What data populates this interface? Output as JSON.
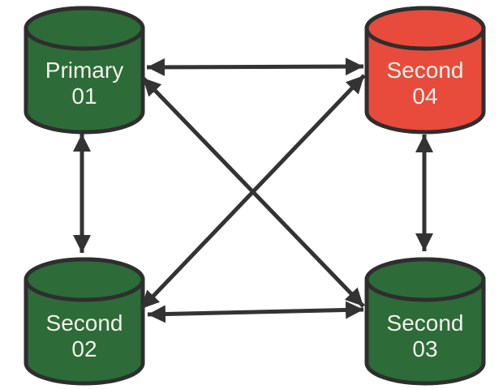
{
  "diagram": {
    "description": "Database replication topology with one primary and three secondaries, fully interconnected by bidirectional arrows",
    "background": "#ffffff",
    "colors": {
      "green": "#2d6b38",
      "red": "#e84b3b",
      "outline": "#2e2e2e",
      "arrow": "#333333",
      "text": "#f1f2e9"
    },
    "nodes": [
      {
        "id": "primary-01",
        "label_line1": "Primary",
        "label_line2": "01",
        "color": "green",
        "position": "top-left"
      },
      {
        "id": "second-04",
        "label_line1": "Second",
        "label_line2": "04",
        "color": "red",
        "position": "top-right"
      },
      {
        "id": "second-02",
        "label_line1": "Second",
        "label_line2": "02",
        "color": "green",
        "position": "bottom-left"
      },
      {
        "id": "second-03",
        "label_line1": "Second",
        "label_line2": "03",
        "color": "green",
        "position": "bottom-right"
      }
    ],
    "connections": [
      {
        "from": "primary-01",
        "to": "second-04",
        "bidirectional": true
      },
      {
        "from": "second-02",
        "to": "second-03",
        "bidirectional": true
      },
      {
        "from": "primary-01",
        "to": "second-02",
        "bidirectional": true
      },
      {
        "from": "second-04",
        "to": "second-03",
        "bidirectional": true
      },
      {
        "from": "primary-01",
        "to": "second-03",
        "bidirectional": true
      },
      {
        "from": "second-04",
        "to": "second-02",
        "bidirectional": true
      }
    ]
  }
}
